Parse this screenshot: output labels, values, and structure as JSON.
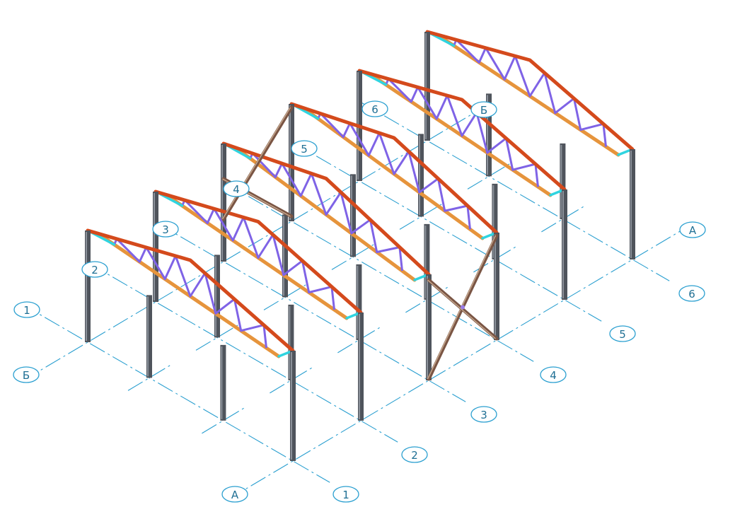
{
  "scene": {
    "colors": {
      "axis": "#2a9fd0",
      "column": "#4f545c",
      "top_chord": "#d44a1c",
      "bottom_chord": "#e6943c",
      "web": "#7f63e6",
      "end_web": "#2fd4e0",
      "bracing": "#7a5544"
    },
    "frames": [
      "1",
      "2",
      "3",
      "4",
      "5",
      "6"
    ],
    "rows": [
      "А",
      "Б"
    ],
    "bubbles": [
      {
        "id": "frame-1-end",
        "label": "1",
        "icon": "grid-bubble"
      },
      {
        "id": "frame-2-end",
        "label": "2",
        "icon": "grid-bubble"
      },
      {
        "id": "frame-3-end",
        "label": "3",
        "icon": "grid-bubble"
      },
      {
        "id": "frame-4-end",
        "label": "4",
        "icon": "grid-bubble"
      },
      {
        "id": "frame-5-end",
        "label": "5",
        "icon": "grid-bubble"
      },
      {
        "id": "frame-6-end",
        "label": "6",
        "icon": "grid-bubble"
      },
      {
        "id": "frame-1-start",
        "label": "1",
        "icon": "grid-bubble"
      },
      {
        "id": "frame-2-start",
        "label": "2",
        "icon": "grid-bubble"
      },
      {
        "id": "frame-3-start",
        "label": "3",
        "icon": "grid-bubble"
      },
      {
        "id": "frame-4-start",
        "label": "4",
        "icon": "grid-bubble"
      },
      {
        "id": "frame-5-start",
        "label": "5",
        "icon": "grid-bubble"
      },
      {
        "id": "frame-6-start",
        "label": "6",
        "icon": "grid-bubble"
      },
      {
        "id": "row-a-front",
        "label": "А",
        "icon": "grid-bubble"
      },
      {
        "id": "row-b-left",
        "label": "Б",
        "icon": "grid-bubble"
      },
      {
        "id": "row-a-right",
        "label": "А",
        "icon": "grid-bubble"
      },
      {
        "id": "row-b-back",
        "label": "Б",
        "icon": "grid-bubble"
      }
    ]
  }
}
